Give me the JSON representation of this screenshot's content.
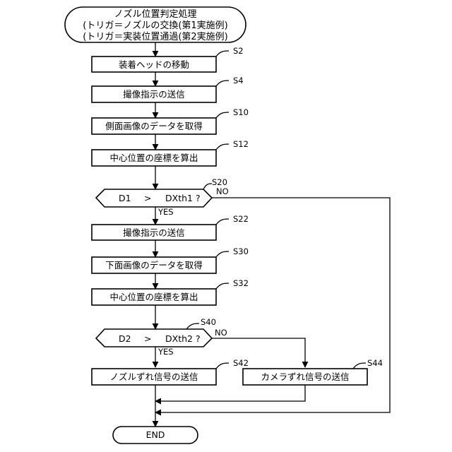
{
  "start": {
    "line1": "ノズル位置判定処理",
    "line2": "(トリガ＝ノズルの交換(第1実施例)",
    "line3": "(トリガ＝実装位置通過(第2実施例)"
  },
  "steps": {
    "s2": {
      "id": "S2",
      "label": "装着ヘッドの移動"
    },
    "s4": {
      "id": "S4",
      "label": "撮像指示の送信"
    },
    "s10": {
      "id": "S10",
      "label": "側面画像のデータを取得"
    },
    "s12": {
      "id": "S12",
      "label": "中心位置の座標を算出"
    },
    "s20": {
      "id": "S20",
      "left": "D1",
      "op": ">",
      "right": "DXth1 ?"
    },
    "s22": {
      "id": "S22",
      "label": "撮像指示の送信"
    },
    "s30": {
      "id": "S30",
      "label": "下面画像のデータを取得"
    },
    "s32": {
      "id": "S32",
      "label": "中心位置の座標を算出"
    },
    "s40": {
      "id": "S40",
      "left": "D2",
      "op": ">",
      "right": "DXth2 ?"
    },
    "s42": {
      "id": "S42",
      "label": "ノズルずれ信号の送信"
    },
    "s44": {
      "id": "S44",
      "label": "カメラずれ信号の送信"
    }
  },
  "branches": {
    "yes": "YES",
    "no": "NO"
  },
  "end": {
    "label": "END"
  }
}
